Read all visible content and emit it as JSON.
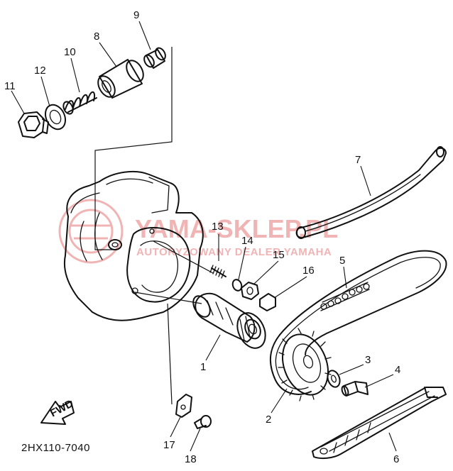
{
  "diagram": {
    "drawing_code": "2HX110-7040",
    "direction_label": "FWD",
    "callouts": {
      "p1": "1",
      "p2": "2",
      "p3": "3",
      "p4": "4",
      "p5": "5",
      "p6": "6",
      "p7": "7",
      "p8": "8",
      "p9": "9",
      "p10": "10",
      "p11": "11",
      "p12": "12",
      "p13": "13",
      "p14": "14",
      "p15": "15",
      "p16": "16",
      "p17": "17",
      "p18": "18"
    }
  },
  "watermark": {
    "brand": "YAMA-SKLEP.PL",
    "tagline": "AUTORYZOWANY DEALER YAMAHA",
    "color": "#e05a5a"
  }
}
